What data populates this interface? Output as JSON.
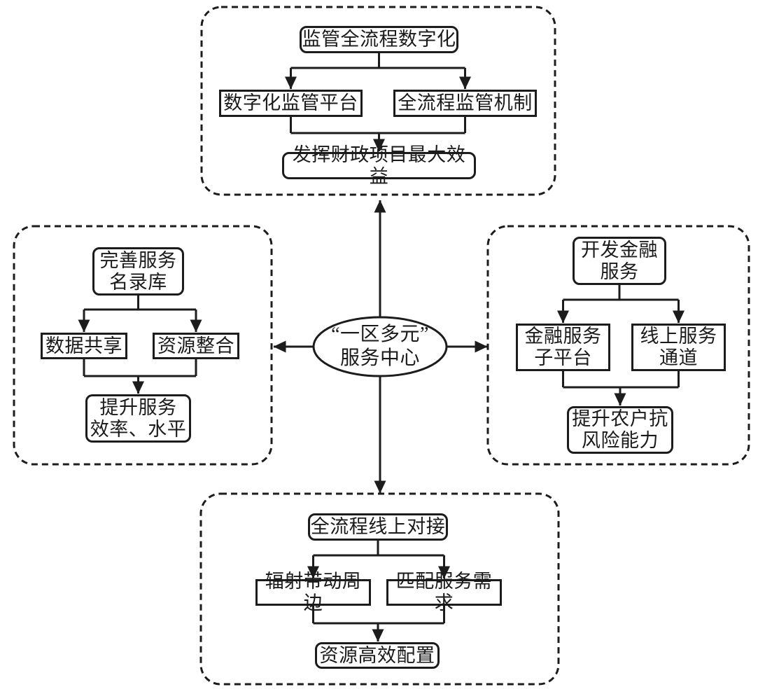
{
  "diagram": {
    "center": {
      "label": "“一区多元”\n服务中心"
    },
    "top": {
      "root": "监管全流程数字化",
      "children": [
        "数字化监管平台",
        "全流程监管机制"
      ],
      "outcome": "发挥财政项目最大效益"
    },
    "left": {
      "root": "完善服务\n名录库",
      "children": [
        "数据共享",
        "资源整合"
      ],
      "outcome": "提升服务\n效率、水平"
    },
    "right": {
      "root": "开发金融\n服务",
      "children": [
        "金融服务\n子平台",
        "线上服务\n通道"
      ],
      "outcome": "提升农户抗\n风险能力"
    },
    "bottom": {
      "root": "全流程线上对接",
      "children": [
        "辐射带动周边",
        "匹配服务需求"
      ],
      "outcome": "资源高效配置"
    },
    "colors": {
      "line": "#1c1c1c",
      "background": "#ffffff"
    }
  }
}
